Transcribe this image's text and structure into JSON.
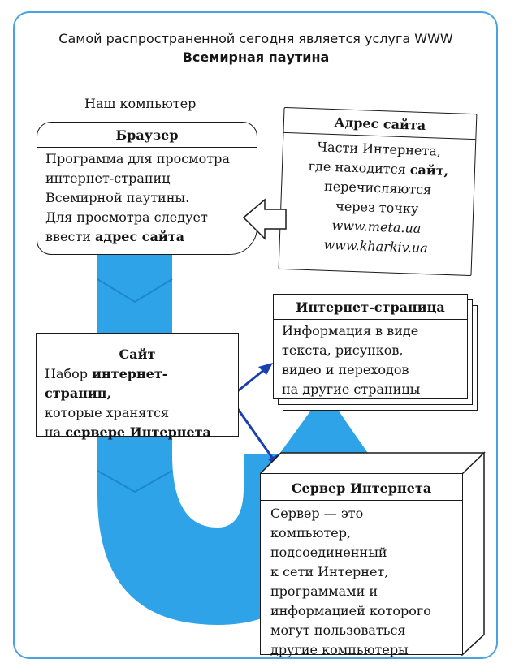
{
  "colors": {
    "frame": "#4aa3e0",
    "ribbon": "#2fa3e8",
    "ribbon_dark": "#1b86d1",
    "arrow": "#1a3fb0"
  },
  "header": {
    "line1": "Самой распространенной сегодня является услуга WWW",
    "line2": "Всемирная паутина"
  },
  "caption": "Наш компьютер",
  "browser": {
    "title": "Браузер",
    "lines": [
      "Программа для просмотра",
      "интернет-страниц",
      "Всемирной паутины.",
      "Для просмотра следует"
    ],
    "last_prefix": "ввести ",
    "last_bold": "адрес сайта"
  },
  "address": {
    "title": "Адрес сайта",
    "line1": "Части Интернета,",
    "line2_prefix": "где находится ",
    "line2_bold": "сайт,",
    "line3": "перечисляются",
    "line4": "через точку",
    "example1": "www.meta.ua",
    "example2": "www.kharkiv.ua"
  },
  "webpage": {
    "title": "Интернет-страница",
    "lines": [
      "Информация в виде",
      "текста, рисунков,",
      "видео и переходов",
      "на другие страницы"
    ]
  },
  "site": {
    "title": "Сайт",
    "line1_prefix": "Набор ",
    "line1_bold": "интернет-страниц,",
    "line2": "которые хранятся",
    "line3_prefix": "на ",
    "line3_bold": "сервере Интернета"
  },
  "server": {
    "title": "Сервер Интернета",
    "lines": [
      "Сервер — это",
      "компьютер,",
      "подсоединенный",
      "к сети Интернет,",
      "программами и",
      "информацией которого",
      "могут пользоваться",
      "другие компьютеры"
    ]
  }
}
